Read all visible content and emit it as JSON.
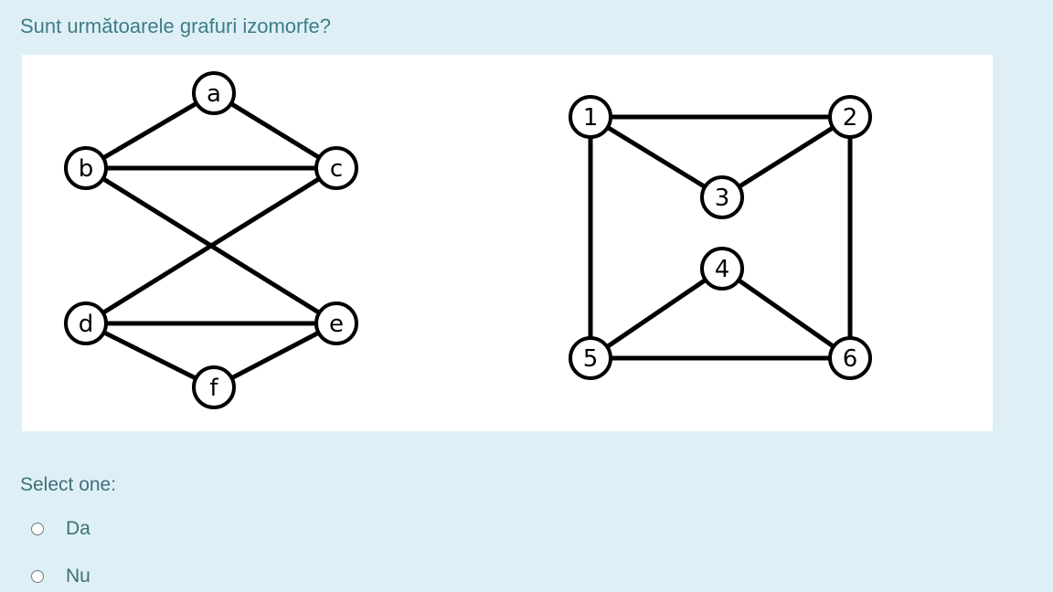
{
  "question": {
    "text": "Sunt următoarele grafuri izomorfe?"
  },
  "graph_left": {
    "nodes": [
      "a",
      "b",
      "c",
      "d",
      "e",
      "f"
    ],
    "edges": [
      [
        "a",
        "b"
      ],
      [
        "a",
        "c"
      ],
      [
        "b",
        "c"
      ],
      [
        "b",
        "e"
      ],
      [
        "c",
        "d"
      ],
      [
        "d",
        "e"
      ],
      [
        "d",
        "f"
      ],
      [
        "e",
        "f"
      ]
    ]
  },
  "graph_right": {
    "nodes": [
      "1",
      "2",
      "3",
      "4",
      "5",
      "6"
    ],
    "edges": [
      [
        "1",
        "2"
      ],
      [
        "1",
        "3"
      ],
      [
        "2",
        "3"
      ],
      [
        "1",
        "5"
      ],
      [
        "2",
        "6"
      ],
      [
        "4",
        "5"
      ],
      [
        "4",
        "6"
      ],
      [
        "5",
        "6"
      ]
    ]
  },
  "answer": {
    "prompt": "Select one:",
    "options": [
      {
        "label": "Da",
        "selected": false
      },
      {
        "label": "Nu",
        "selected": false
      }
    ]
  }
}
